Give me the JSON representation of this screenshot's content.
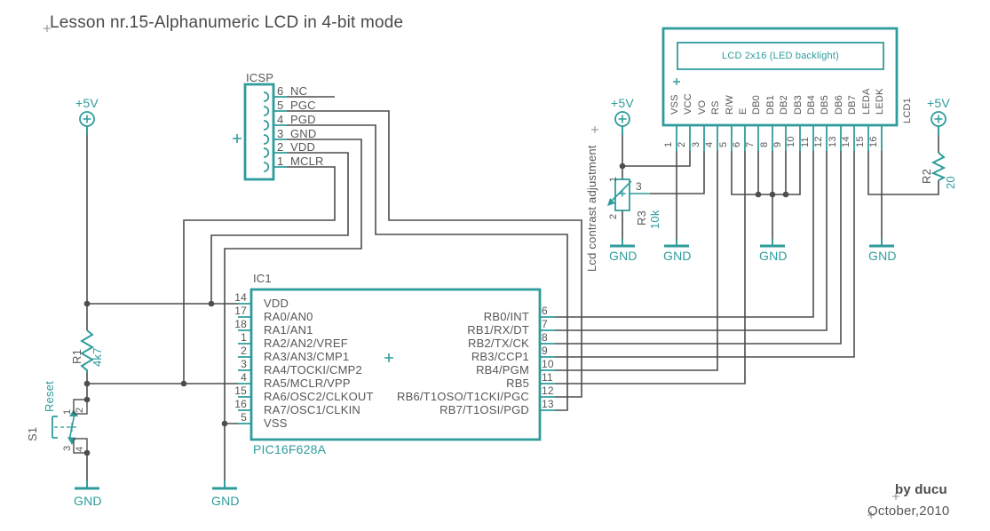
{
  "title": "Lesson nr.15-Alphanumeric LCD  in 4-bit mode",
  "credits": {
    "author": "by ducu",
    "date": "October,2010"
  },
  "power": {
    "vcc": "+5V",
    "gnd": "GND"
  },
  "colors": {
    "accent_teal": "#2F9C9C",
    "wire_gray": "#4D4D4D"
  },
  "annotations": {
    "lcd_contrast": "Lcd contrast adjustment"
  },
  "icsp": {
    "label": "ICSP",
    "pins": [
      {
        "num": "6",
        "name": "NC"
      },
      {
        "num": "5",
        "name": "PGC"
      },
      {
        "num": "4",
        "name": "PGD"
      },
      {
        "num": "3",
        "name": "GND"
      },
      {
        "num": "2",
        "name": "VDD"
      },
      {
        "num": "1",
        "name": "MCLR"
      }
    ]
  },
  "ic": {
    "ref": "IC1",
    "part": "PIC16F628A",
    "left_pins": [
      {
        "num": "14",
        "name": "VDD"
      },
      {
        "num": "17",
        "name": "RA0/AN0"
      },
      {
        "num": "18",
        "name": "RA1/AN1"
      },
      {
        "num": "1",
        "name": "RA2/AN2/VREF"
      },
      {
        "num": "2",
        "name": "RA3/AN3/CMP1"
      },
      {
        "num": "3",
        "name": "RA4/TOCKI/CMP2"
      },
      {
        "num": "4",
        "name": "RA5/MCLR/VPP"
      },
      {
        "num": "15",
        "name": "RA6/OSC2/CLKOUT"
      },
      {
        "num": "16",
        "name": "RA7/OSC1/CLKIN"
      },
      {
        "num": "5",
        "name": "VSS"
      }
    ],
    "right_pins": [
      {
        "num": "6",
        "name": "RB0/INT"
      },
      {
        "num": "7",
        "name": "RB1/RX/DT"
      },
      {
        "num": "8",
        "name": "RB2/TX/CK"
      },
      {
        "num": "9",
        "name": "RB3/CCP1"
      },
      {
        "num": "10",
        "name": "RB4/PGM"
      },
      {
        "num": "11",
        "name": "RB5"
      },
      {
        "num": "12",
        "name": "RB6/T1OSO/T1CKI/PGC"
      },
      {
        "num": "13",
        "name": "RB7/T1OSI/PGD"
      }
    ]
  },
  "lcd": {
    "ref": "LCD1",
    "label": "LCD 2x16 (LED backlight)",
    "pins": [
      {
        "num": "1",
        "name": "VSS"
      },
      {
        "num": "2",
        "name": "VCC"
      },
      {
        "num": "3",
        "name": "VO"
      },
      {
        "num": "4",
        "name": "RS"
      },
      {
        "num": "5",
        "name": "R/W"
      },
      {
        "num": "6",
        "name": "E"
      },
      {
        "num": "7",
        "name": "DB0"
      },
      {
        "num": "8",
        "name": "DB1"
      },
      {
        "num": "9",
        "name": "DB2"
      },
      {
        "num": "10",
        "name": "DB3"
      },
      {
        "num": "11",
        "name": "DB4"
      },
      {
        "num": "12",
        "name": "DB5"
      },
      {
        "num": "13",
        "name": "DB6"
      },
      {
        "num": "14",
        "name": "DB7"
      },
      {
        "num": "15",
        "name": "LEDA"
      },
      {
        "num": "16",
        "name": "LEDK"
      }
    ]
  },
  "resistors": {
    "r1": {
      "ref": "R1",
      "value": "4k7"
    },
    "r2": {
      "ref": "R2",
      "value": "20"
    },
    "r3": {
      "ref": "R3",
      "value": "10k",
      "pin_top": "1",
      "pin_bottom": "2",
      "pin_wiper": "3"
    }
  },
  "switch": {
    "ref": "S1",
    "label": "Reset",
    "pin1": "1",
    "pin2": "2",
    "pin3": "3",
    "pin4": "4"
  }
}
